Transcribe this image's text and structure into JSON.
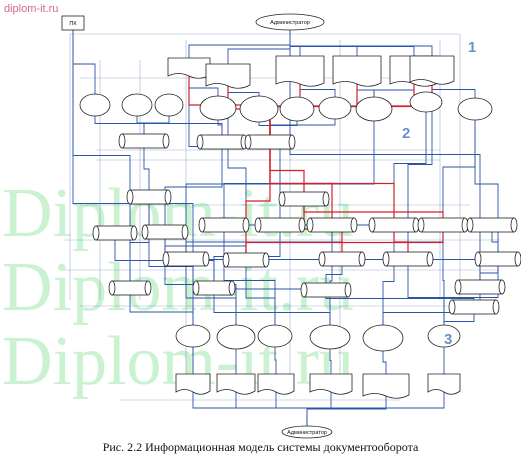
{
  "site_tag": "diplom-it.ru",
  "watermark": {
    "rows": [
      "Diplom-it.ru",
      "Diplom-it.ru",
      "Diplom-it.ru"
    ],
    "color": "#9fe7a9"
  },
  "caption": "Рис. 2.2 Информационная модель системы документооборота",
  "tier_labels": [
    "1",
    "2",
    "3"
  ],
  "colors": {
    "line": "#2b55a7",
    "red": "#d4202a",
    "node_stroke": "#222222",
    "tier": "#6e8fc8"
  },
  "nodes": [
    {
      "id": "pc",
      "shape": "rect",
      "label": "ПК"
    },
    {
      "id": "admin_top",
      "shape": "ellipse",
      "label": "Администратор"
    },
    {
      "id": "t1a",
      "shape": "doc",
      "label": ""
    },
    {
      "id": "t1b",
      "shape": "doc",
      "label": ""
    },
    {
      "id": "t1c",
      "shape": "doc",
      "label": ""
    },
    {
      "id": "t1d",
      "shape": "doc",
      "label": ""
    },
    {
      "id": "t1e",
      "shape": "doc",
      "label": ""
    },
    {
      "id": "t1f",
      "shape": "doc",
      "label": ""
    },
    {
      "id": "p1",
      "shape": "ellipse",
      "label": ""
    },
    {
      "id": "p2",
      "shape": "ellipse",
      "label": ""
    },
    {
      "id": "p3",
      "shape": "ellipse",
      "label": ""
    },
    {
      "id": "p4",
      "shape": "ellipse",
      "label": ""
    },
    {
      "id": "p5",
      "shape": "ellipse",
      "label": ""
    },
    {
      "id": "p6",
      "shape": "ellipse",
      "label": ""
    },
    {
      "id": "p7",
      "shape": "ellipse",
      "label": ""
    },
    {
      "id": "p8",
      "shape": "ellipse",
      "label": ""
    },
    {
      "id": "p9",
      "shape": "ellipse",
      "label": ""
    },
    {
      "id": "p10",
      "shape": "ellipse",
      "label": ""
    },
    {
      "id": "s1",
      "shape": "cyl",
      "label": ""
    },
    {
      "id": "s2",
      "shape": "cyl",
      "label": ""
    },
    {
      "id": "s3",
      "shape": "cyl",
      "label": ""
    },
    {
      "id": "s4",
      "shape": "cyl",
      "label": ""
    },
    {
      "id": "s5",
      "shape": "cyl",
      "label": ""
    },
    {
      "id": "s6",
      "shape": "cyl",
      "label": ""
    },
    {
      "id": "s7",
      "shape": "cyl",
      "label": ""
    },
    {
      "id": "s8",
      "shape": "cyl",
      "label": ""
    },
    {
      "id": "s9",
      "shape": "cyl",
      "label": ""
    },
    {
      "id": "s10",
      "shape": "cyl",
      "label": ""
    },
    {
      "id": "s11",
      "shape": "cyl",
      "label": ""
    },
    {
      "id": "s12",
      "shape": "cyl",
      "label": ""
    },
    {
      "id": "s13",
      "shape": "cyl",
      "label": ""
    },
    {
      "id": "s14",
      "shape": "cyl",
      "label": ""
    },
    {
      "id": "s15",
      "shape": "cyl",
      "label": ""
    },
    {
      "id": "s16",
      "shape": "cyl",
      "label": ""
    },
    {
      "id": "s17",
      "shape": "cyl",
      "label": ""
    },
    {
      "id": "s18",
      "shape": "cyl",
      "label": ""
    },
    {
      "id": "s19",
      "shape": "cyl",
      "label": ""
    },
    {
      "id": "s20",
      "shape": "cyl",
      "label": ""
    },
    {
      "id": "s21",
      "shape": "cyl",
      "label": ""
    },
    {
      "id": "s22",
      "shape": "cyl",
      "label": ""
    },
    {
      "id": "s23",
      "shape": "cyl",
      "label": ""
    },
    {
      "id": "o1",
      "shape": "ellipse",
      "label": ""
    },
    {
      "id": "o2",
      "shape": "ellipse",
      "label": ""
    },
    {
      "id": "o3",
      "shape": "ellipse",
      "label": ""
    },
    {
      "id": "o4",
      "shape": "ellipse",
      "label": ""
    },
    {
      "id": "o5",
      "shape": "ellipse",
      "label": ""
    },
    {
      "id": "o6",
      "shape": "ellipse",
      "label": ""
    },
    {
      "id": "d1",
      "shape": "doc",
      "label": ""
    },
    {
      "id": "d2",
      "shape": "doc",
      "label": ""
    },
    {
      "id": "d3",
      "shape": "doc",
      "label": ""
    },
    {
      "id": "d4",
      "shape": "doc",
      "label": ""
    },
    {
      "id": "d5",
      "shape": "doc",
      "label": ""
    },
    {
      "id": "d6",
      "shape": "doc",
      "label": ""
    },
    {
      "id": "admin_bottom",
      "shape": "ellipse",
      "label": "Администратор"
    }
  ],
  "links_blue": [
    [
      "admin_top",
      "t1a"
    ],
    [
      "admin_top",
      "t1b"
    ],
    [
      "admin_top",
      "t1c"
    ],
    [
      "admin_top",
      "t1d"
    ],
    [
      "admin_top",
      "t1e"
    ],
    [
      "admin_top",
      "t1f"
    ],
    [
      "pc",
      "p1"
    ],
    [
      "pc",
      "s10"
    ],
    [
      "t1a",
      "p4"
    ],
    [
      "t1a",
      "s8"
    ],
    [
      "t1b",
      "p5"
    ],
    [
      "t1b",
      "s12"
    ],
    [
      "t1c",
      "p7"
    ],
    [
      "t1d",
      "p8"
    ],
    [
      "t1e",
      "p8"
    ],
    [
      "t1f",
      "p10"
    ],
    [
      "p1",
      "s2"
    ],
    [
      "p2",
      "s1"
    ],
    [
      "p3",
      "s1"
    ],
    [
      "p4",
      "s2"
    ],
    [
      "p5",
      "s3"
    ],
    [
      "p6",
      "s3"
    ],
    [
      "p7",
      "s3"
    ],
    [
      "p8",
      "s11"
    ],
    [
      "p9",
      "s16"
    ],
    [
      "p10",
      "s17"
    ],
    [
      "s1",
      "s5"
    ],
    [
      "s2",
      "s6"
    ],
    [
      "s3",
      "s7"
    ],
    [
      "s3",
      "s4"
    ],
    [
      "s5",
      "s10"
    ],
    [
      "s5",
      "s11"
    ],
    [
      "s6",
      "s12"
    ],
    [
      "s7",
      "s13"
    ],
    [
      "s8",
      "s14"
    ],
    [
      "s8",
      "s18"
    ],
    [
      "s9",
      "s14"
    ],
    [
      "s11",
      "s13"
    ],
    [
      "s13",
      "s15"
    ],
    [
      "s14",
      "s19"
    ],
    [
      "s15",
      "s19"
    ],
    [
      "s16",
      "s20"
    ],
    [
      "s17",
      "s20"
    ],
    [
      "s18",
      "s22"
    ],
    [
      "s19",
      "s23"
    ],
    [
      "s21",
      "s22"
    ],
    [
      "s4",
      "s16"
    ],
    [
      "s12",
      "s17"
    ],
    [
      "s6",
      "s21"
    ],
    [
      "s5",
      "o1"
    ],
    [
      "s6",
      "o2"
    ],
    [
      "s7",
      "o3"
    ],
    [
      "s10",
      "o1"
    ],
    [
      "s11",
      "o2"
    ],
    [
      "s12",
      "o3"
    ],
    [
      "s13",
      "o4"
    ],
    [
      "s14",
      "o4"
    ],
    [
      "s16",
      "o5"
    ],
    [
      "s17",
      "o6"
    ],
    [
      "s20",
      "o6"
    ],
    [
      "s21",
      "o5"
    ],
    [
      "s22",
      "o6"
    ],
    [
      "s23",
      "o6"
    ],
    [
      "o1",
      "d1"
    ],
    [
      "o2",
      "d2"
    ],
    [
      "o3",
      "d3"
    ],
    [
      "o4",
      "d4"
    ],
    [
      "o5",
      "d5"
    ],
    [
      "o6",
      "d6"
    ],
    [
      "d1",
      "admin_bottom"
    ],
    [
      "d2",
      "admin_bottom"
    ],
    [
      "d3",
      "admin_bottom"
    ],
    [
      "d4",
      "admin_bottom"
    ],
    [
      "d5",
      "admin_bottom"
    ],
    [
      "d6",
      "admin_bottom"
    ],
    [
      "pc",
      "d1"
    ],
    [
      "admin_top",
      "s21"
    ],
    [
      "p10",
      "s22"
    ],
    [
      "t1f",
      "s20"
    ]
  ],
  "links_red": [
    [
      "t1a",
      "s3"
    ],
    [
      "t1b",
      "s3"
    ],
    [
      "t1c",
      "s3"
    ],
    [
      "t1d",
      "s3"
    ],
    [
      "t1e",
      "s3"
    ],
    [
      "t1f",
      "s3"
    ],
    [
      "s3",
      "s4"
    ],
    [
      "s3",
      "s13"
    ],
    [
      "s4",
      "s15"
    ],
    [
      "s3",
      "s16"
    ],
    [
      "s16",
      "s20"
    ],
    [
      "s3",
      "s12"
    ],
    [
      "s12",
      "s17"
    ],
    [
      "s4",
      "s17"
    ]
  ]
}
